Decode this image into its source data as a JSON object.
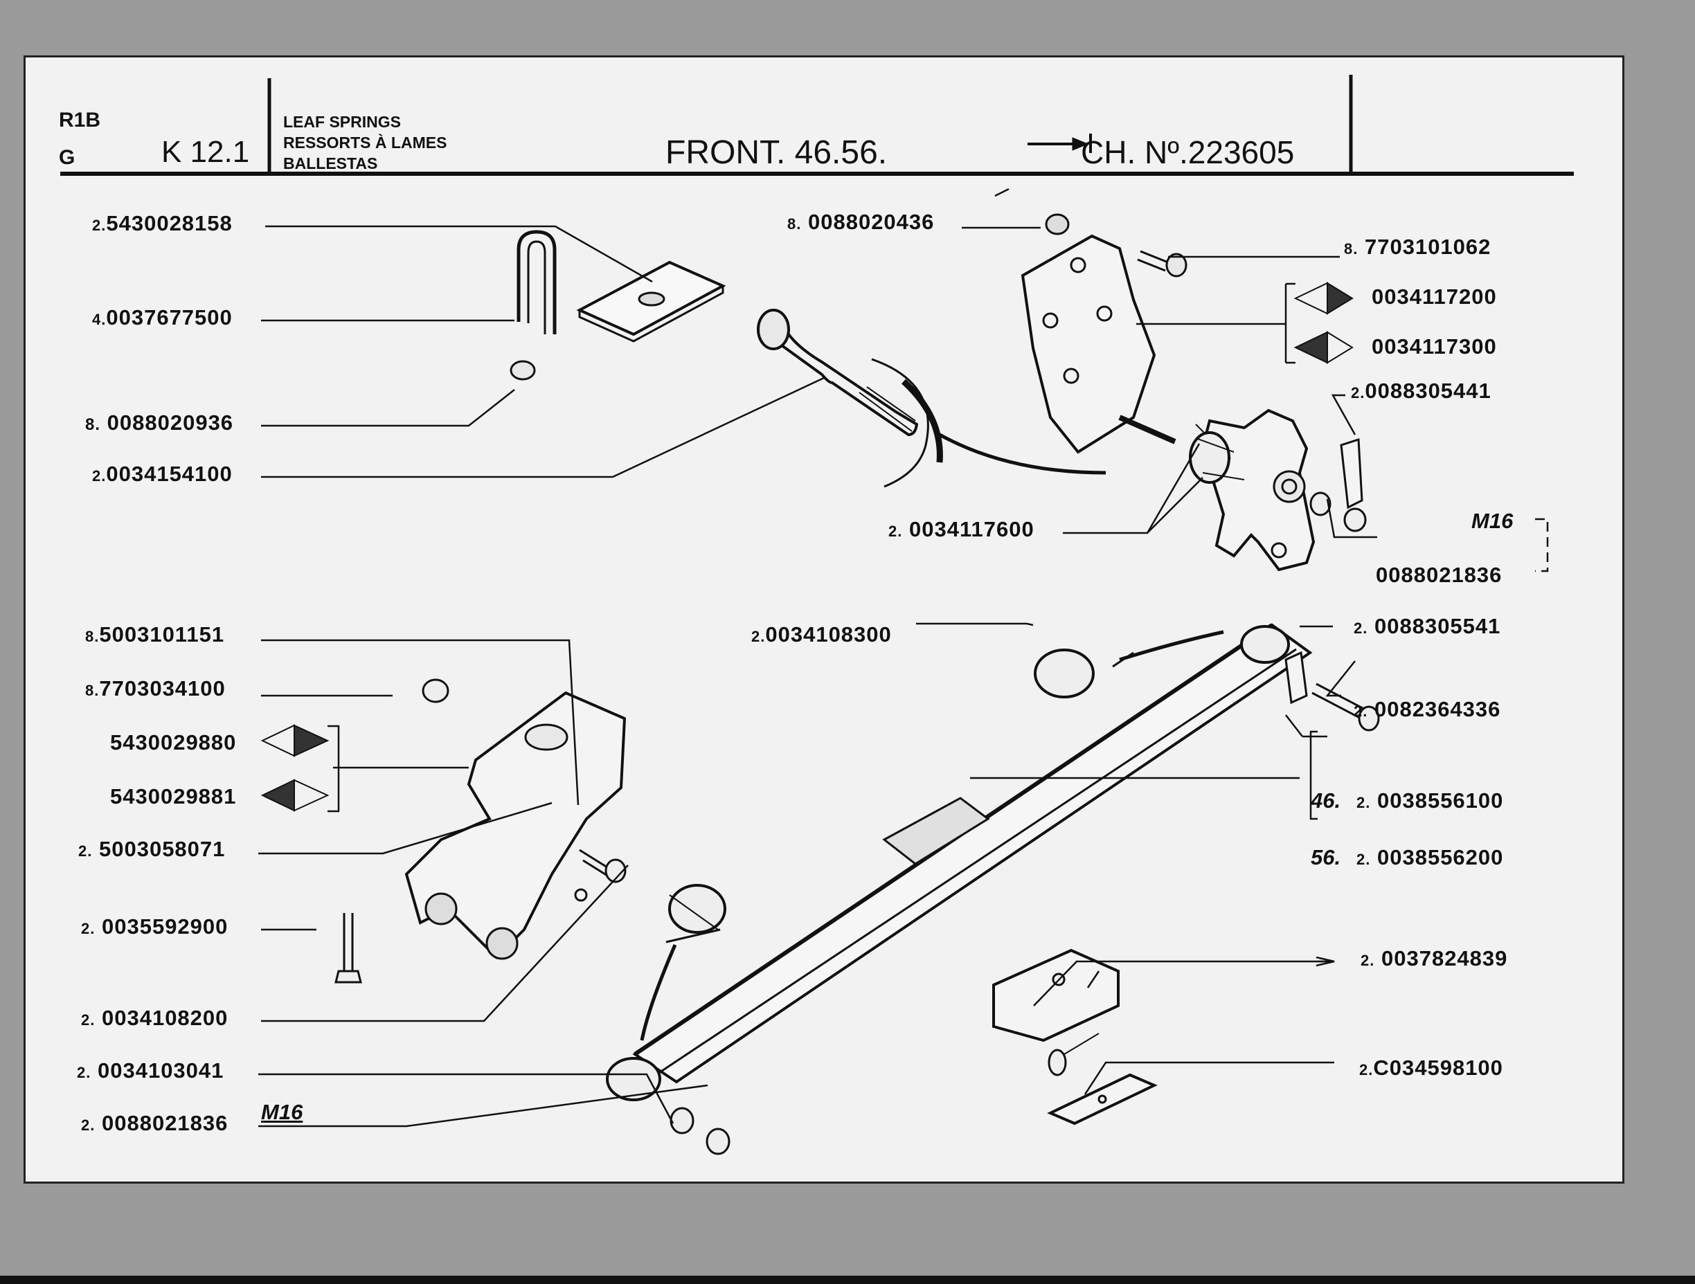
{
  "header": {
    "code_top": "R1B",
    "code_bottom": "G",
    "section": "K 12.1",
    "title_lines": [
      "LEAF SPRINGS",
      "RESSORTS À LAMES",
      "BALLESTAS"
    ],
    "model": "FRONT. 46.56.",
    "chassis": "CH. Nº.223605"
  },
  "parts": [
    {
      "qty": "2.",
      "number": "5430028158"
    },
    {
      "qty": "4.",
      "number": "0037677500"
    },
    {
      "qty": "8.",
      "number": "0088020936"
    },
    {
      "qty": "2.",
      "number": "0034154100"
    },
    {
      "qty": "8.",
      "number": "0088020436"
    },
    {
      "qty": "8.",
      "number": "7703101062"
    },
    {
      "qty": "",
      "number": "0034117200"
    },
    {
      "qty": "",
      "number": "0034117300"
    },
    {
      "qty": "2.",
      "number": "0088305441"
    },
    {
      "qty": "2.",
      "number": "0034117600"
    },
    {
      "qty": "",
      "number": "0088021836"
    },
    {
      "qty": "2.",
      "number": "0034108300"
    },
    {
      "qty": "2.",
      "number": "0088305541"
    },
    {
      "qty": "2.",
      "number": "0082364336"
    },
    {
      "qty": "8.",
      "number": "5003101151"
    },
    {
      "qty": "8.",
      "number": "7703034100"
    },
    {
      "qty": "",
      "number": "5430029880"
    },
    {
      "qty": "",
      "number": "5430029881"
    },
    {
      "qty": "2.",
      "number": "5003058071"
    },
    {
      "qty": "2.",
      "number": "0035592900"
    },
    {
      "qty": "2.",
      "number": "0034108200"
    },
    {
      "qty": "2.",
      "number": "0034103041"
    },
    {
      "qty": "2.",
      "number": "0088021836"
    },
    {
      "qty": "2.",
      "number": "0038556100"
    },
    {
      "qty": "2.",
      "number": "0038556200"
    },
    {
      "qty": "2.",
      "number": "0037824839"
    },
    {
      "qty": "2.",
      "number": "C034598100"
    }
  ],
  "marks": {
    "m16_right": "M16",
    "m16_bottom": "M16",
    "variant_46": "46.",
    "variant_56": "56."
  },
  "colors": {
    "sheet": "#f2f2f2",
    "ink": "#111111",
    "background": "#9a9a9a"
  }
}
